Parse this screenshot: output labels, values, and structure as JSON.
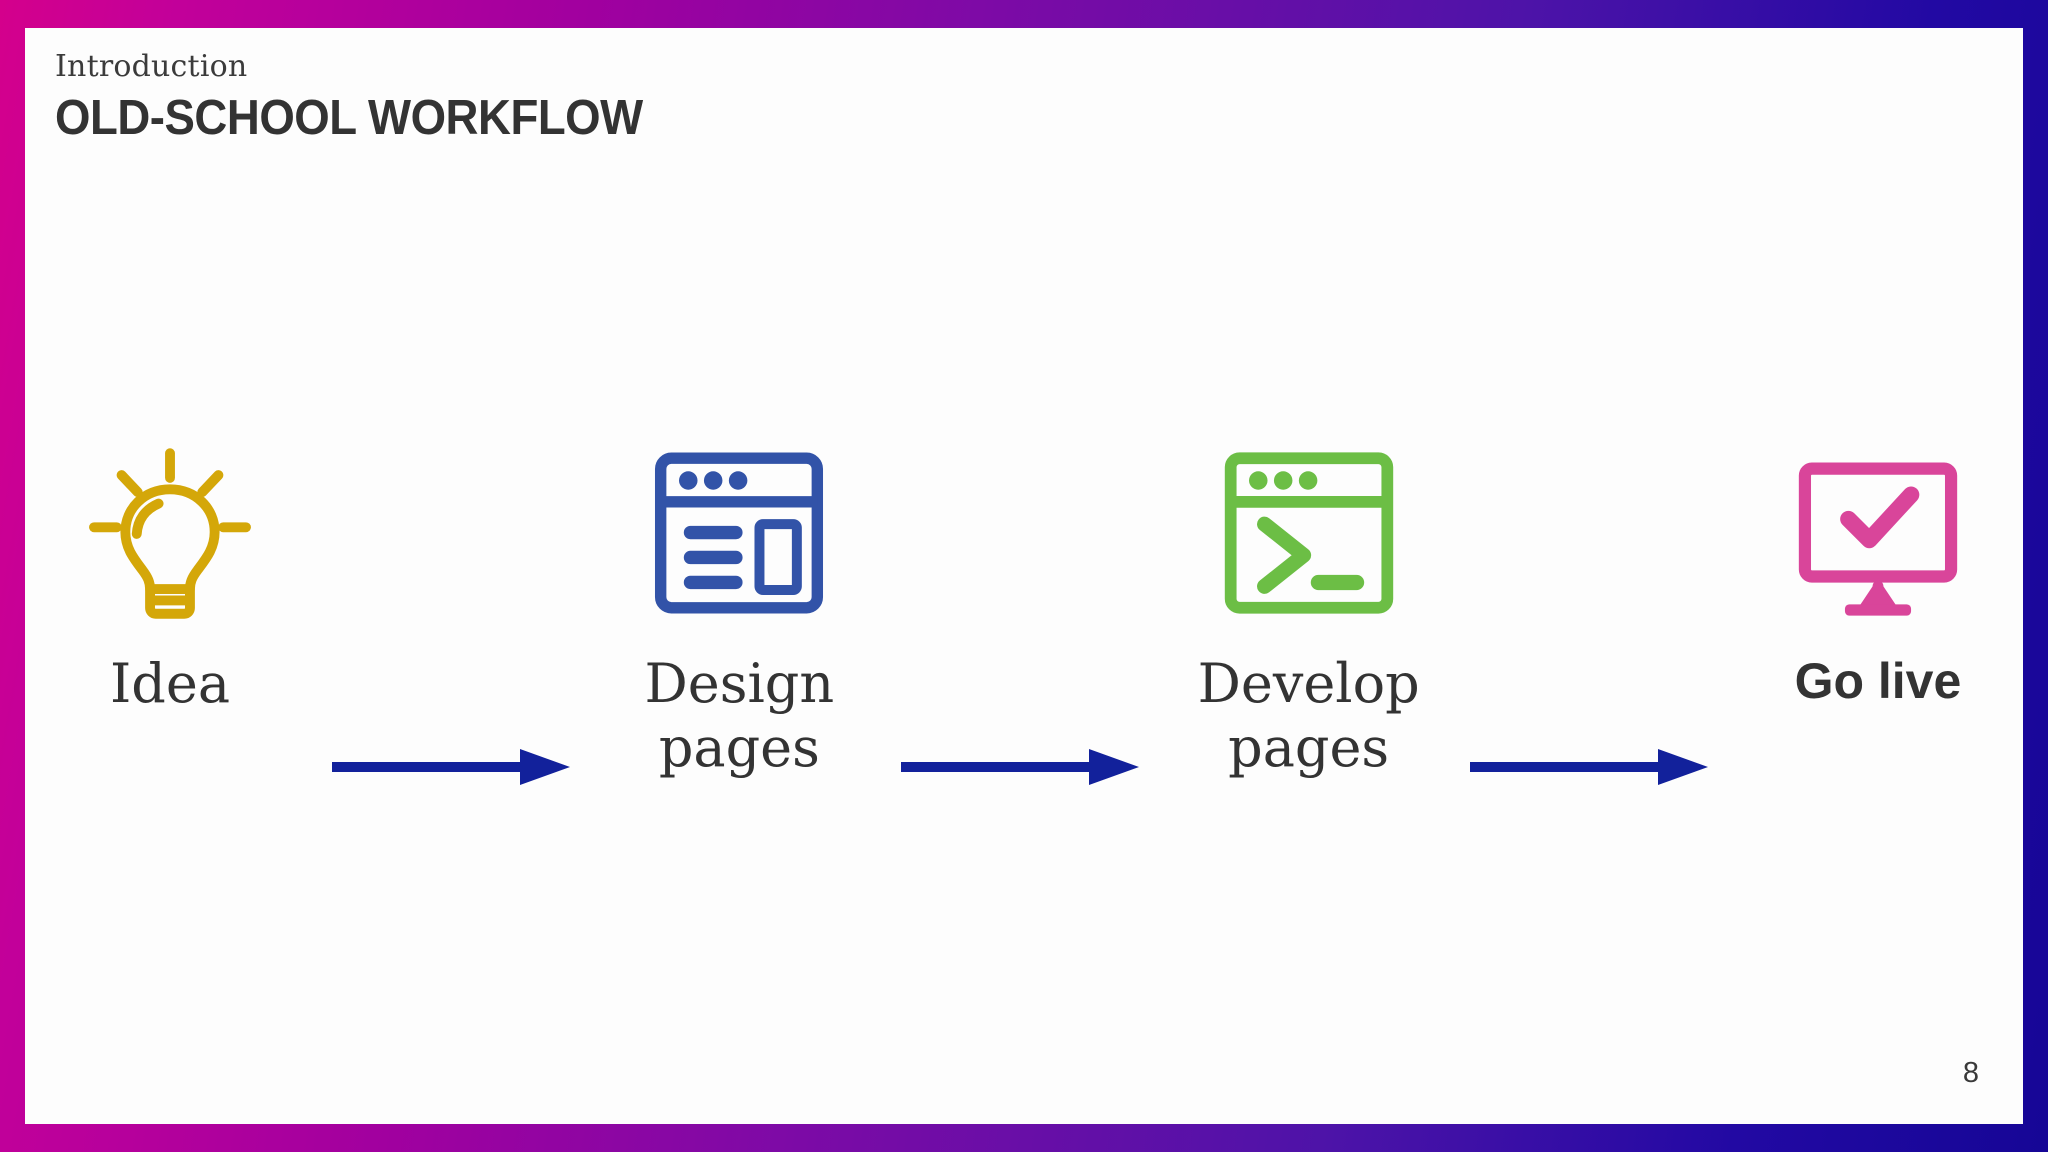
{
  "slide": {
    "eyebrow": "Introduction",
    "title": "OLD-SCHOOL WORKFLOW",
    "page_number": "8"
  },
  "colors": {
    "border_gradient_start": "#d4008c",
    "border_gradient_mid": "#7d0aa6",
    "border_gradient_end": "#160696",
    "canvas": "#fdfdfd",
    "title_text": "#333333",
    "eyebrow_text": "#3b3b3b",
    "arrow": "#12219b",
    "icon_idea": "#d4a709",
    "icon_design": "#3253a8",
    "icon_develop": "#6cbe45",
    "icon_golive": "#d9459a"
  },
  "workflow": {
    "steps": [
      {
        "label": "Idea",
        "icon": "lightbulb-icon",
        "icon_color": "#d4a709",
        "emphasis": false
      },
      {
        "label": "Design pages",
        "icon": "browser-window-icon",
        "icon_color": "#3253a8",
        "emphasis": false
      },
      {
        "label": "Develop pages",
        "icon": "terminal-window-icon",
        "icon_color": "#6cbe45",
        "emphasis": false
      },
      {
        "label": "Go live",
        "icon": "monitor-check-icon",
        "icon_color": "#d9459a",
        "emphasis": true
      }
    ],
    "arrows": [
      {
        "name": "arrow-idea-to-design",
        "direction": "right"
      },
      {
        "name": "arrow-design-to-develop",
        "direction": "right"
      },
      {
        "name": "arrow-develop-to-golive",
        "direction": "right"
      }
    ]
  }
}
